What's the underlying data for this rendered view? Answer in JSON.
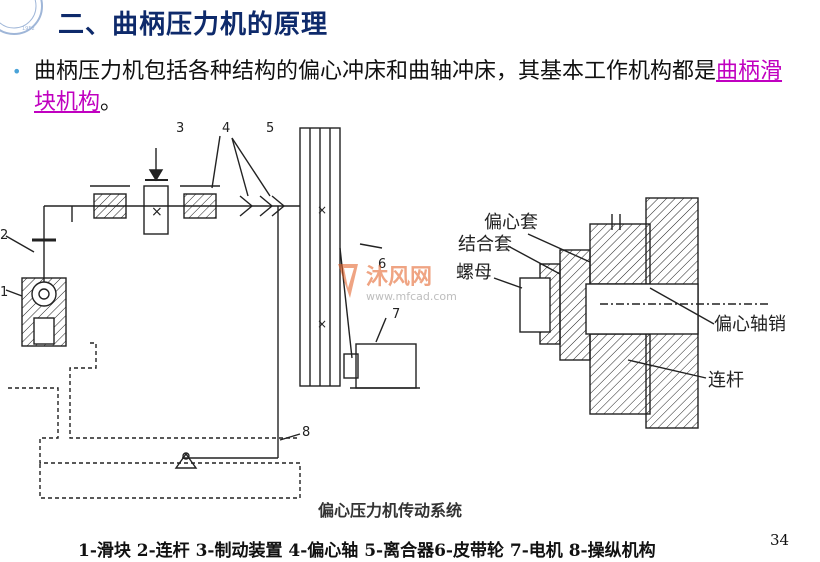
{
  "header": {
    "title": "二、曲柄压力机的原理"
  },
  "intro": {
    "text_before": "曲柄压力机包括各种结构的偏心冲床和曲轴冲床，其基本工作机构都是",
    "link_text": "曲柄滑块机构",
    "text_after": "。"
  },
  "diagram_left": {
    "part_numbers": [
      "1",
      "2",
      "3",
      "4",
      "5",
      "6",
      "7",
      "8"
    ],
    "caption": "偏心压力机传动系统"
  },
  "diagram_right": {
    "labels": {
      "eccentric_sleeve": "偏心套",
      "coupling_sleeve": "结合套",
      "nut": "螺母",
      "eccentric_pin": "偏心轴销",
      "connecting_rod": "连杆"
    }
  },
  "watermark": {
    "brand": "沐风网",
    "url": "www.mfcad.com"
  },
  "legend": "1-滑块 2-连杆 3-制动装置 4-偏心轴 5-离合器6-皮带轮 7-电机 8-操纵机构",
  "page_number": "34",
  "colors": {
    "title": "#0e2a6b",
    "link": "#c000c0",
    "bullet": "#4aa3d8"
  }
}
